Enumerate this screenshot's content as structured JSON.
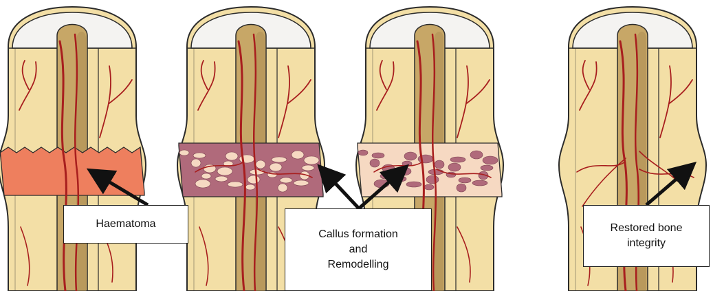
{
  "colors": {
    "bone": "#f3dfa6",
    "bone_outline": "#2b2b2b",
    "marrow": "#c7a767",
    "marrow_dark": "#a88950",
    "cartilage": "#f4f3f1",
    "vessel": "#a81e1e",
    "haematoma": "#ee7f5e",
    "callus": "#b06a7b",
    "callus_light": "#f6d9c2",
    "arrow": "#111111"
  },
  "labels": {
    "haematoma": "Haematoma",
    "callus_line1": "Callus formation",
    "callus_line2": "and",
    "callus_line3": "Remodelling",
    "restored_line1": "Restored bone",
    "restored_line2": "integrity"
  },
  "stages": [
    {
      "name": "haematoma",
      "fill": "haematoma"
    },
    {
      "name": "callus-formation",
      "fill": "callus"
    },
    {
      "name": "remodelling",
      "fill": "callus_light"
    },
    {
      "name": "restored",
      "fill": "none"
    }
  ]
}
